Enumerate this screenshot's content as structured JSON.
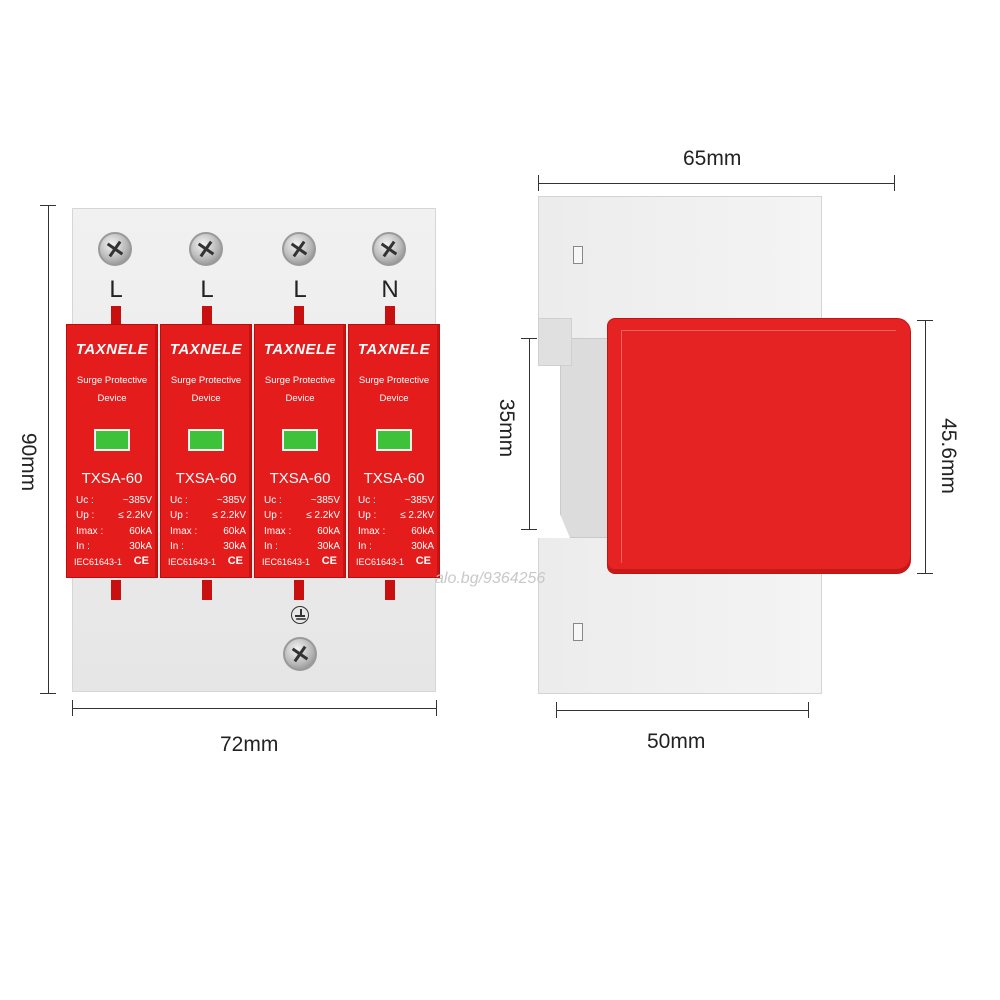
{
  "dimensions": {
    "front_height": "90mm",
    "front_width": "72mm",
    "side_width_top": "65mm",
    "side_width_bottom": "50mm",
    "rail_height": "35mm",
    "red_cover_height": "45.6mm"
  },
  "terminals": [
    "L",
    "L",
    "L",
    "N"
  ],
  "modules": [
    {
      "brand": "TAXNELE",
      "desc_line1": "Surge Protective",
      "desc_line2": "Device",
      "model": "TXSA-60",
      "specs": [
        {
          "k": "Uc   :",
          "v": "~385V"
        },
        {
          "k": "Up   :",
          "v": "≤ 2.2kV"
        },
        {
          "k": "Imax :",
          "v": "60kA"
        },
        {
          "k": "In    :",
          "v": "30kA"
        }
      ],
      "standard": "IEC61643-1",
      "mark": "CE"
    },
    {
      "brand": "TAXNELE",
      "desc_line1": "Surge Protective",
      "desc_line2": "Device",
      "model": "TXSA-60",
      "specs": [
        {
          "k": "Uc   :",
          "v": "~385V"
        },
        {
          "k": "Up   :",
          "v": "≤ 2.2kV"
        },
        {
          "k": "Imax :",
          "v": "60kA"
        },
        {
          "k": "In    :",
          "v": "30kA"
        }
      ],
      "standard": "IEC61643-1",
      "mark": "CE"
    },
    {
      "brand": "TAXNELE",
      "desc_line1": "Surge Protective",
      "desc_line2": "Device",
      "model": "TXSA-60",
      "specs": [
        {
          "k": "Uc   :",
          "v": "~385V"
        },
        {
          "k": "Up   :",
          "v": "≤ 2.2kV"
        },
        {
          "k": "Imax :",
          "v": "60kA"
        },
        {
          "k": "In    :",
          "v": "30kA"
        }
      ],
      "standard": "IEC61643-1",
      "mark": "CE"
    },
    {
      "brand": "TAXNELE",
      "desc_line1": "Surge Protective",
      "desc_line2": "Device",
      "model": "TXSA-60",
      "specs": [
        {
          "k": "Uc   :",
          "v": "~385V"
        },
        {
          "k": "Up   :",
          "v": "≤ 2.2kV"
        },
        {
          "k": "Imax :",
          "v": "60kA"
        },
        {
          "k": "In    :",
          "v": "30kA"
        }
      ],
      "standard": "IEC61643-1",
      "mark": "CE"
    }
  ],
  "watermark": "alo.bg/9364256",
  "colors": {
    "module_red": "#e41c1c",
    "indicator_green": "#3ec23a",
    "housing_gray": "#ececec"
  }
}
